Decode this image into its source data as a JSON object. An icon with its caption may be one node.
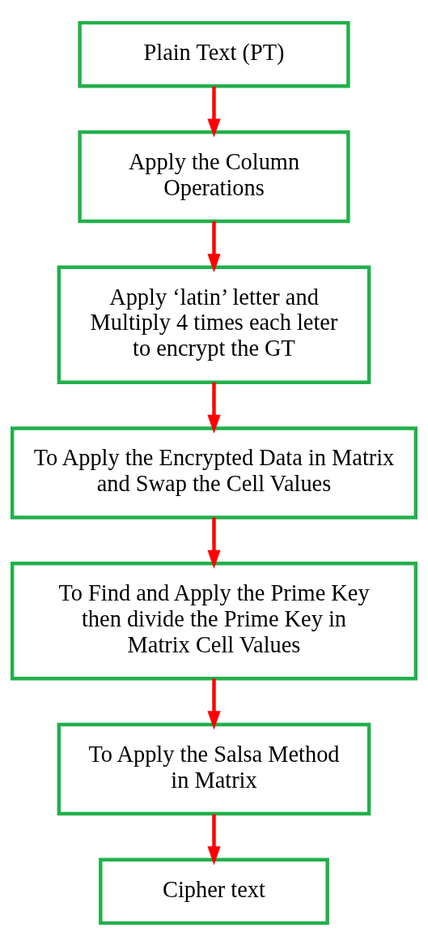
{
  "diagram": {
    "nodes": [
      {
        "text": [
          "Plain Text (PT)"
        ]
      },
      {
        "text": [
          "Apply the Column Operations"
        ]
      },
      {
        "text": [
          "Apply ‘latin’ letter and Multiply 4 times each leter to encrypt the GT"
        ]
      },
      {
        "text": [
          "To Apply the Encrypted Data in Matrix and Swap the Cell Values"
        ]
      },
      {
        "text": [
          "To Find and Apply the Prime Key then divide the Prime Key in Matrix Cell Values"
        ]
      },
      {
        "text": [
          "To Apply the Salsa Method in Matrix"
        ]
      },
      {
        "text": [
          "Cipher text"
        ]
      }
    ],
    "edges": [
      {
        "from": 0,
        "to": 1,
        "arrow": "to"
      },
      {
        "from": 1,
        "to": 2,
        "arrow": "to"
      },
      {
        "from": 2,
        "to": 3,
        "arrow": "to"
      },
      {
        "from": 3,
        "to": 4,
        "arrow": "to"
      },
      {
        "from": 4,
        "to": 5,
        "arrow": "to"
      },
      {
        "from": 5,
        "to": 6,
        "arrow": "to"
      }
    ]
  }
}
